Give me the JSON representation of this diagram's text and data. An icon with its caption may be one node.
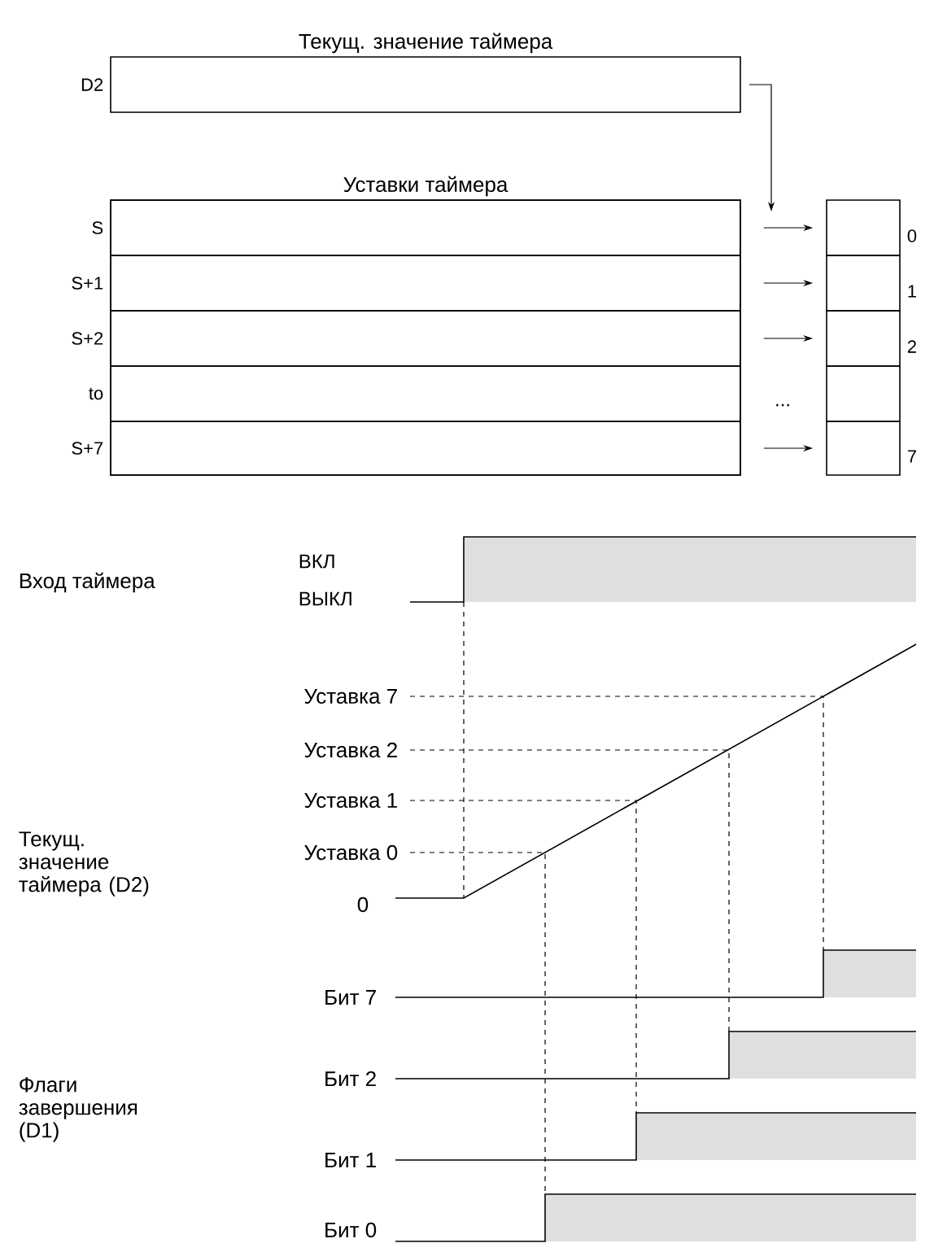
{
  "diagram": {
    "nodes": [
      {
        "text": [
          "Текущ. значение таймера"
        ],
        "beside": [
          "D2"
        ]
      },
      {
        "text": [
          "Уставки таймера"
        ]
      },
      {
        "text": [],
        "shape": "box",
        "in": 1,
        "beside": [
          "S"
        ]
      },
      {
        "text": [],
        "shape": "box",
        "in": 1,
        "beside": [
          "S+1"
        ]
      },
      {
        "text": [],
        "shape": "box",
        "in": 1,
        "beside": [
          "S+2"
        ]
      },
      {
        "text": [],
        "shape": "box",
        "in": 1,
        "beside": [
          "to"
        ]
      },
      {
        "text": [],
        "shape": "box",
        "in": 1,
        "beside": [
          "S+7"
        ]
      },
      {
        "text": [],
        "shape": "box",
        "beside": [
          "0"
        ]
      },
      {
        "text": [],
        "shape": "box",
        "beside": [
          "1"
        ]
      },
      {
        "text": [],
        "shape": "box",
        "beside": [
          "2"
        ]
      },
      {
        "text": [],
        "shape": "box"
      },
      {
        "text": [],
        "shape": "box",
        "beside": [
          "7"
        ]
      }
    ],
    "edges": [
      {
        "from": 0,
        "to": null,
        "arrow": "to"
      },
      {
        "from": 2,
        "to": 7,
        "arrow": "to"
      },
      {
        "from": 3,
        "to": 8,
        "arrow": "to"
      },
      {
        "from": 4,
        "to": 9,
        "arrow": "to"
      },
      {
        "from": 6,
        "to": 11,
        "arrow": "to"
      }
    ],
    "labels": [
      "...",
      "Вход таймера",
      "ВКЛ",
      "ВЫКЛ",
      "Уставка 7",
      "Уставка 2",
      "Текущ. значение таймера (D2)",
      "Уставка 1",
      "Уставка 0",
      "0",
      "Бит 7",
      "Флаги завершения (D1)",
      "Бит 2",
      "Бит 1",
      "Бит 0"
    ]
  }
}
